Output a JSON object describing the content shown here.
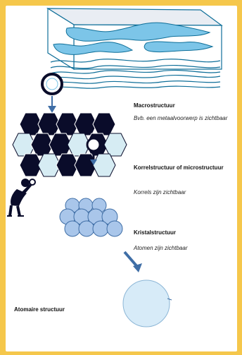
{
  "levels": {
    "macro": {
      "title": "Macrostructuur",
      "desc": "Bvb. een metaalvoorwerp is zichtbaar"
    },
    "korrel": {
      "title": "Korrelstructuur of microstructuur",
      "desc": "Korrels zijn zichtbaar"
    },
    "kristal": {
      "title": "Kristalstructuur",
      "desc": "Atomen zijn zichtbaar"
    },
    "atomair": {
      "title": "Atomaire structuur"
    }
  },
  "colors": {
    "frame": "#f5c74b",
    "slab": "#0f6f99",
    "slab_top": "#e9edf3",
    "blue_highlight": "#7cc5e8",
    "hexagon_dark": "#0a0c2a",
    "hexagon_light": "#d6ecf3",
    "sphere": "#a9c6ea",
    "arrow": "#3f6ea6",
    "atom": "#d7ebf8"
  },
  "icons": {
    "magnifier": "magnifier-icon",
    "observer": "person-icon"
  }
}
